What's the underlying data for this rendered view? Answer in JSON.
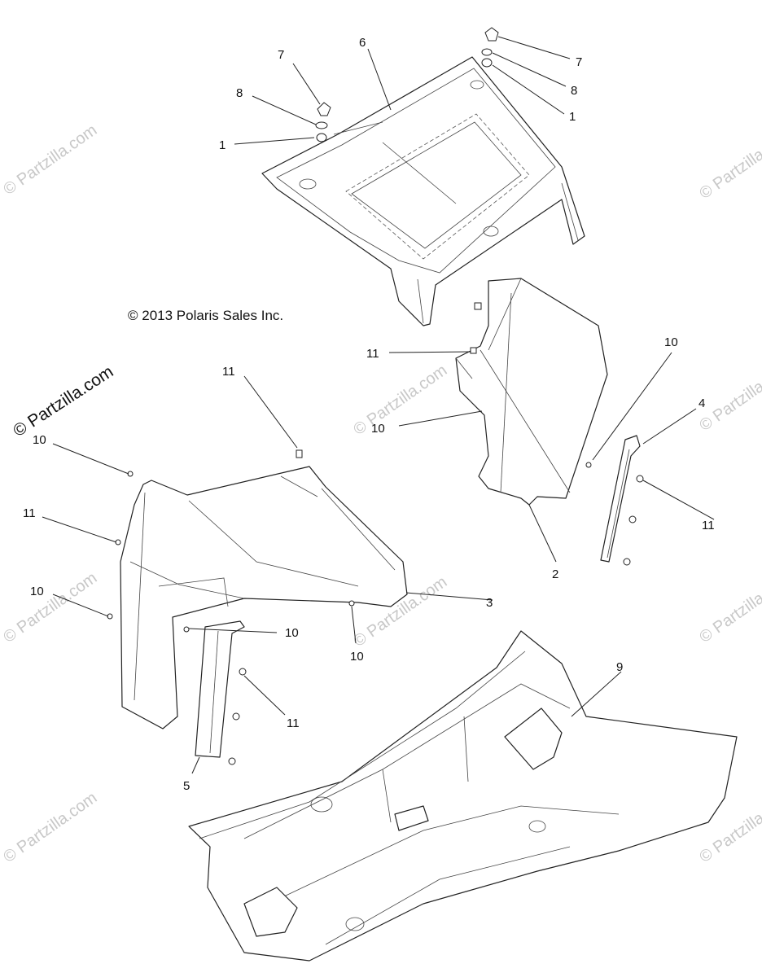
{
  "diagram": {
    "copyright": "© 2013 Polaris Sales Inc.",
    "watermark_text": "© Partzilla.com",
    "callouts": {
      "c1": "7",
      "c2": "6",
      "c3": "7",
      "c4": "8",
      "c5": "8",
      "c6": "1",
      "c7": "1",
      "c8": "11",
      "c9": "10",
      "c10": "10",
      "c11": "4",
      "c12": "11",
      "c13": "2",
      "c14": "11",
      "c15": "10",
      "c16": "11",
      "c17": "10",
      "c18": "3",
      "c19": "10",
      "c20": "10",
      "c21": "9",
      "c22": "11",
      "c23": "5"
    }
  }
}
